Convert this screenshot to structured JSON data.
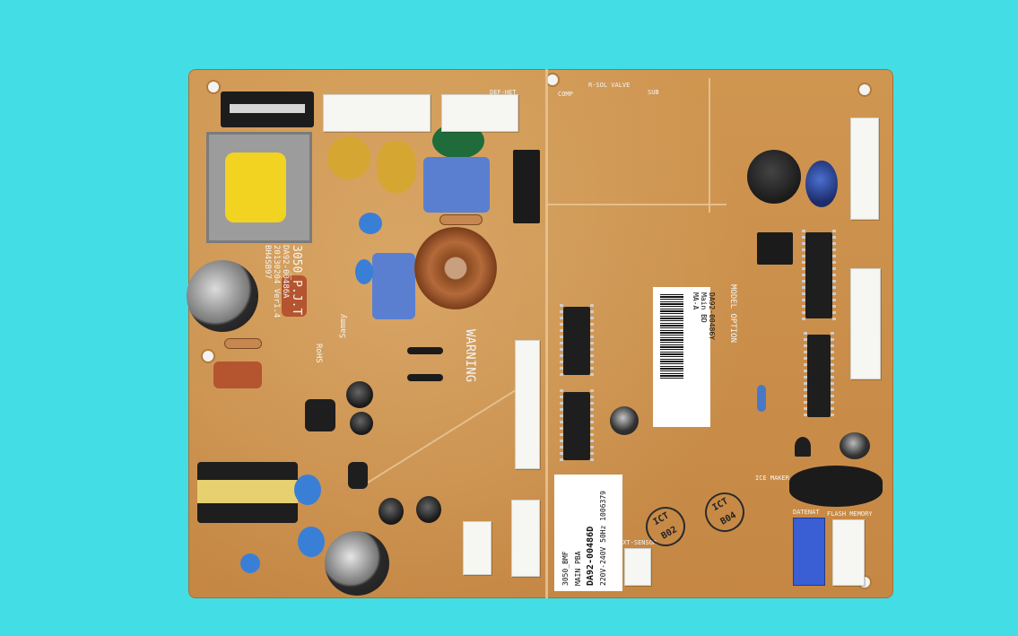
{
  "image": {
    "background_color": "#43dde6",
    "board_color": "#c98f4c"
  },
  "board": {
    "logo_text": "Sammy",
    "rohs_text": "RoHS",
    "part_lines": [
      "3050_P.J.T",
      "DA92-00486A",
      "20130204 Ver1.4",
      "BH4SB97"
    ],
    "warning_text": "WARNING",
    "barcode_label": {
      "line1": "DA92-00486Y",
      "line2": "Main BD",
      "line3": "MA-A"
    },
    "model_label": {
      "line1": "3050_BMF",
      "line2": "MAIN PBA",
      "line3": "DA92-00486D",
      "line4": "220V-240V 50Hz 1006379"
    },
    "model_option_text": "MODEL OPTION",
    "stamp_1": "ICT B02",
    "stamp_2": "ICT B04",
    "conn_labels": {
      "comp": "COMP",
      "def_het": "DEF-HET",
      "ice_maker": "ICE MAKER",
      "datenat": "DATENAT",
      "flash_memory": "FLASH MEMORY",
      "ext_sensor": "EXT-SENSOR",
      "solenoid": "R-SOL VALVE",
      "sub": "SUB"
    }
  }
}
